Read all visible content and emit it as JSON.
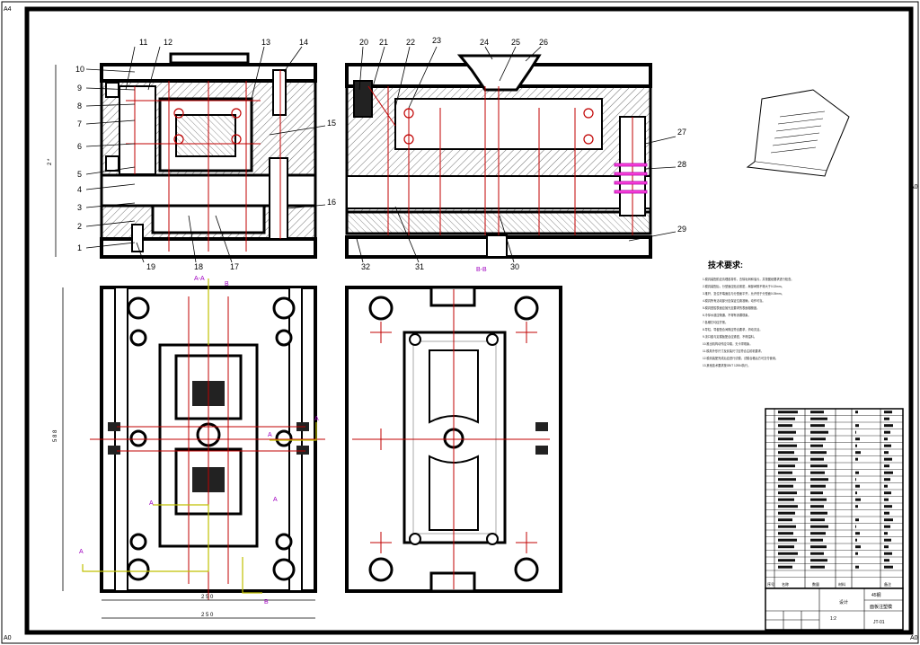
{
  "sheet": {
    "corner_tl": "A4",
    "corner_tr": "A0",
    "corner_bl": "A0",
    "corner_br": "A0"
  },
  "callouts_top_left": [
    "1",
    "2",
    "3",
    "4",
    "5",
    "6",
    "7",
    "8",
    "9",
    "10",
    "11",
    "12",
    "13",
    "14",
    "15",
    "16",
    "17",
    "18",
    "19"
  ],
  "callouts_top_right": [
    "20",
    "21",
    "22",
    "23",
    "24",
    "25",
    "26",
    "27",
    "28",
    "29",
    "30",
    "31",
    "32"
  ],
  "section_label": "B-B",
  "section_marker_aa": "A-A",
  "dimensions": {
    "left_height": "2 *",
    "plan_height": "5 8 8",
    "plan_width_inner": "2 5 0",
    "plan_width_outer": "2 5 0"
  },
  "section_letters": [
    "A",
    "B",
    "A",
    "A",
    "A",
    "A",
    "B"
  ],
  "tech_title": "技术要求:",
  "tech_lines": [
    "1.模具装配前应清理各零件，去除毛刺和油污，并按图纸要求进行检查。",
    "2.模具装配后，分型面应贴合紧密，局部间隙不得大于0.02mm。",
    "3.推杆、复位杆端面应与分型面平齐，允许低于分型面0.05mm。",
    "4.模具所有活动部分应保证位置准确，动作可靠。",
    "5.模具型腔表面应抛光至要求的表面粗糙度。",
    "6.冷却水道应畅通，不得有渗漏现象。",
    "7.各螺钉均应拧紧。",
    "8.导柱、导套配合间隙应符合要求，滑动灵活。",
    "9.浇口套与定模板配合应紧密，不得溢料。",
    "10.推出机构动作应平稳，无卡滞现象。",
    "11.模具外形尺寸及安装尺寸应符合注射机要求。",
    "12.模具装配完成后应进行试模，试模合格后方可交付使用。",
    "13.其他技术要求按GB/T 12554执行。"
  ],
  "title_block": {
    "designer_row": "设计",
    "material": "45钢",
    "drawing_name": "面板注塑模",
    "scale": "1:2",
    "sheet_no": "JT-01"
  },
  "bom_header": [
    "序号",
    "名称",
    "数量",
    "材料",
    "备注"
  ]
}
